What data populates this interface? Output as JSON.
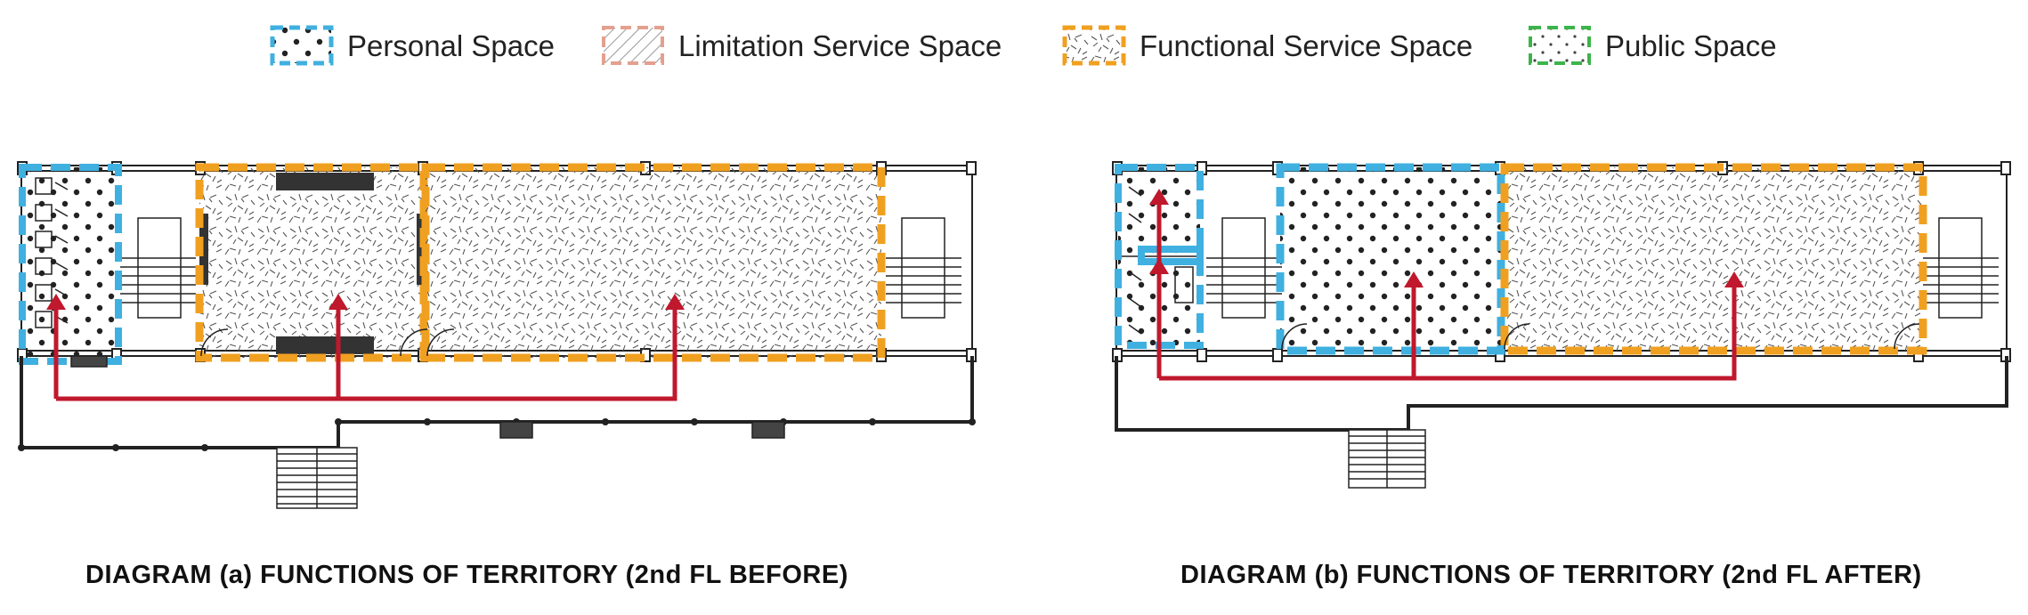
{
  "legend": [
    {
      "label": "Personal Space",
      "color": "#3fb0e0",
      "pattern": "dots"
    },
    {
      "label": "Limitation Service Space",
      "color": "#e4a08e",
      "pattern": "hatch"
    },
    {
      "label": "Functional Service Space",
      "color": "#f0a020",
      "pattern": "texture"
    },
    {
      "label": "Public Space",
      "color": "#3cb44a",
      "pattern": "fine-dots"
    }
  ],
  "captions": {
    "a": "DIAGRAM (a) FUNCTIONS OF TERRITORY (2nd FL BEFORE)",
    "b": "DIAGRAM (b) FUNCTIONS OF TERRITORY (2nd FL AFTER)"
  },
  "colors": {
    "personal": "#3fb0e0",
    "functional": "#f0a020",
    "arrow": "#c0182c",
    "wall": "#222222"
  }
}
